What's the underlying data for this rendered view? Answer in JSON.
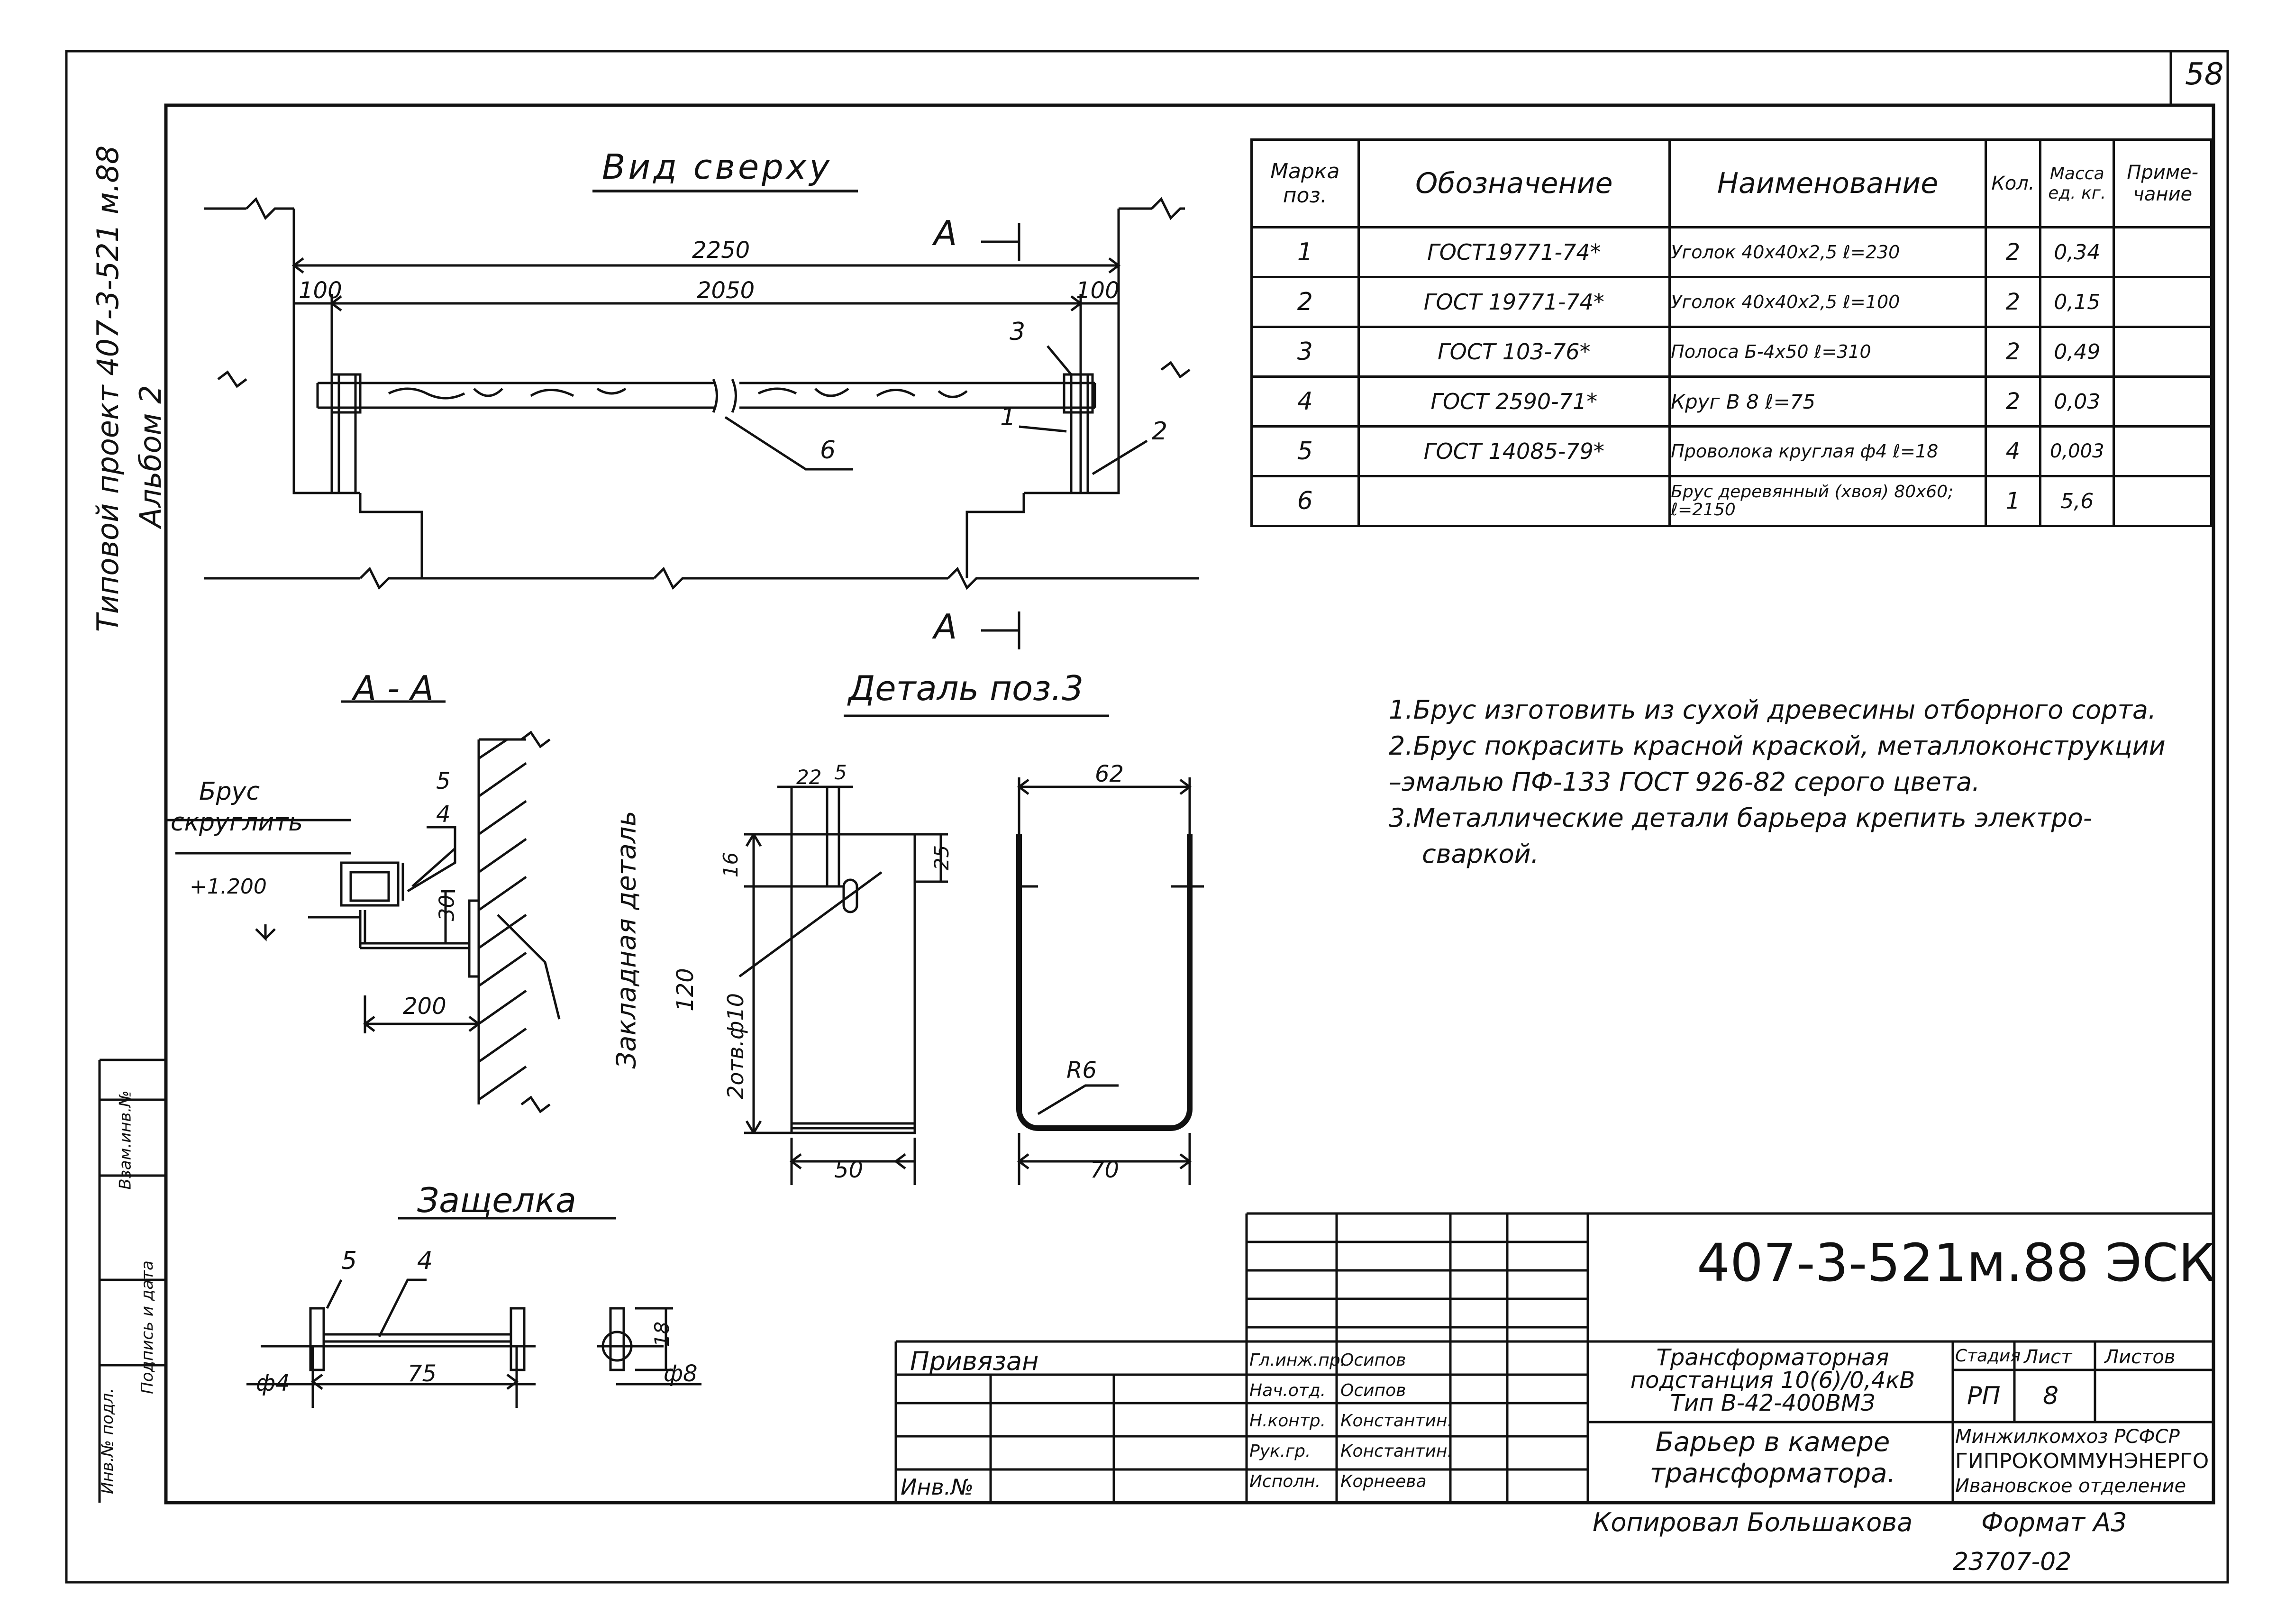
{
  "sheet": {
    "page_number": "58",
    "side_title_line1": "Типовой проект 407-3-521 м.88",
    "side_title_line2": "Альбом 2",
    "side_column_labels": [
      "Инв.№ подл.",
      "Подпись и дата",
      "Взам.инв.№"
    ]
  },
  "top_view": {
    "title": "Вид сверху",
    "dim_overall": "2250",
    "dim_inner": "2050",
    "dim_left": "100",
    "dim_right": "100",
    "callouts": [
      "3",
      "1",
      "2",
      "6"
    ],
    "section_mark": "A"
  },
  "section_aa": {
    "title": "А - А",
    "label_brus": "Брус",
    "label_round": "скруглить",
    "elevation": "+1.200",
    "dim_30": "30",
    "dim_200": "200",
    "callout_5": "5",
    "callout_4": "4",
    "embedded_part": "Закладная деталь"
  },
  "detail3": {
    "title": "Деталь поз.3",
    "dim_22": "22",
    "dim_5": "5",
    "dim_16": "16",
    "dim_25": "25",
    "dim_120": "120",
    "holes": "2отв.ф10",
    "dim_50": "50",
    "dim_62": "62",
    "radius": "R6",
    "dim_70": "70"
  },
  "latch": {
    "title": "Защелка",
    "callout_5": "5",
    "callout_4": "4",
    "dia_4": "ф4",
    "dim_75": "75",
    "dia_8": "ф8",
    "dim_18": "18"
  },
  "spec_table": {
    "headers": [
      "Марка поз.",
      "Обозначение",
      "Наименование",
      "Кол.",
      "Масса ед. кг.",
      "Приме-чание"
    ],
    "rows": [
      {
        "pos": "1",
        "designation": "ГОСТ19771-74*",
        "name": "Уголок 40х40х2,5 ℓ=230",
        "qty": "2",
        "mass": "0,34",
        "note": ""
      },
      {
        "pos": "2",
        "designation": "ГОСТ 19771-74*",
        "name": "Уголок 40х40х2,5 ℓ=100",
        "qty": "2",
        "mass": "0,15",
        "note": ""
      },
      {
        "pos": "3",
        "designation": "ГОСТ 103-76*",
        "name": "Полоса Б-4х50 ℓ=310",
        "qty": "2",
        "mass": "0,49",
        "note": ""
      },
      {
        "pos": "4",
        "designation": "ГОСТ 2590-71*",
        "name": "Круг В 8 ℓ=75",
        "qty": "2",
        "mass": "0,03",
        "note": ""
      },
      {
        "pos": "5",
        "designation": "ГОСТ 14085-79*",
        "name": "Проволока круглая ф4 ℓ=18",
        "qty": "4",
        "mass": "0,003",
        "note": ""
      },
      {
        "pos": "6",
        "designation": "",
        "name": "Брус деревянный (хвоя) 80х60; ℓ=2150",
        "qty": "1",
        "mass": "5,6",
        "note": ""
      }
    ]
  },
  "notes": [
    "1.Брус изготовить из сухой древесины отборного сорта.",
    "2.Брус покрасить красной краской, металлоконструкции",
    "–эмалью ПФ-133 ГОСТ 926-82 серого цвета.",
    "3.Металлические детали барьера крепить электро-",
    "сваркой."
  ],
  "title_block": {
    "code": "407-3-521м.88 ЭСК",
    "tied": "Привязан",
    "inv": "Инв.№",
    "roles": [
      "Гл.инж.пр.",
      "Нач.отд.",
      "Н.контр.",
      "Рук.гр.",
      "Исполн."
    ],
    "names": [
      "Осипов",
      "Осипов",
      "Константин.",
      "Константин.",
      "Корнеева"
    ],
    "project_name_1": "Трансформаторная",
    "project_name_2": "подстанция 10(6)/0,4кВ",
    "project_name_3": "Тип В-42-400ВМЗ",
    "sheet_name_1": "Барьер в камере",
    "sheet_name_2": "трансформатора.",
    "stage_h": "Стадия",
    "sheet_h": "Лист",
    "sheets_h": "Листов",
    "stage": "РП",
    "sheet": "8",
    "org1": "Минжилкомхоз РСФСР",
    "org2": "ГИПРОКОММУНЭНЕРГО",
    "org3": "Ивановское отделение",
    "copied": "Копировал Большакова",
    "format": "Формат А3",
    "number": "23707-02"
  }
}
